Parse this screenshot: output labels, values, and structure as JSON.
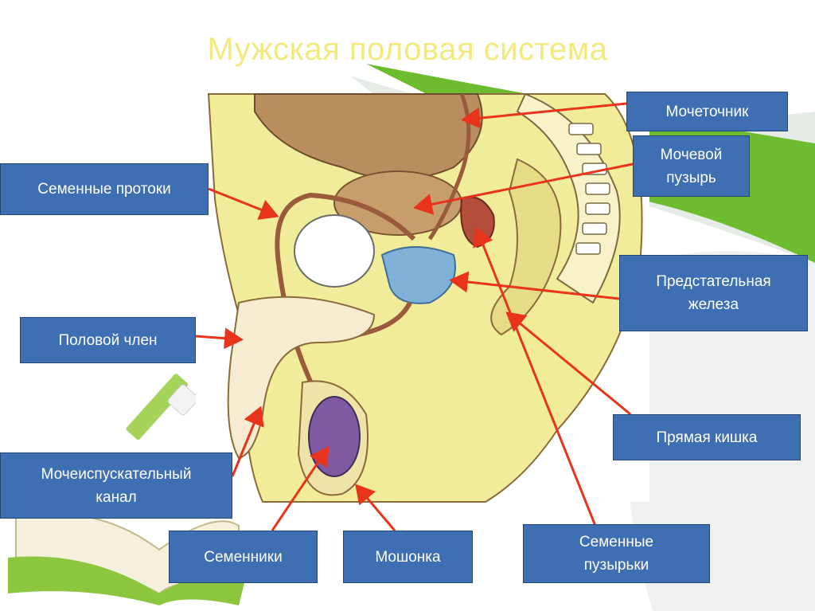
{
  "slide": {
    "title": "Мужская половая система"
  },
  "labels": {
    "ureter": "Мочеточник",
    "bladder_line1": "Мочевой",
    "bladder_line2": "пузырь",
    "vas_deferens": "Семенные протоки",
    "prostate_line1": "Предстательная",
    "prostate_line2": "железа",
    "penis": "Половой член",
    "rectum": "Прямая кишка",
    "urethra_line1": "Мочеиспускательный",
    "urethra_line2": "канал",
    "testes": "Семенники",
    "scrotum": "Мошонка",
    "vesicles_line1": "Семенные",
    "vesicles_line2": "пузырьки"
  },
  "colors": {
    "label_fill": "#3e6fb2",
    "arrow": "#e8341c",
    "title": "#f2ea7c",
    "body_fill": "#f1ec9a",
    "organ_brown": "#9a5b3d",
    "testis": "#7f5aa3",
    "prostate": "#7fb1d8",
    "accent_green": "#6dbb2f"
  }
}
